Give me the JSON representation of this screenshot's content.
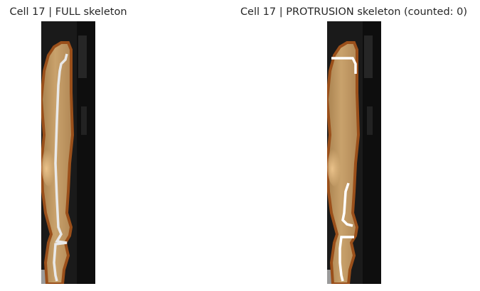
{
  "panels": [
    {
      "title": "Cell 17 | FULL skeleton",
      "variant": "full"
    },
    {
      "title": "Cell 17 | PROTRUSION skeleton (counted: 0)",
      "variant": "protrusion"
    }
  ],
  "colors": {
    "page_background": "#ffffff",
    "title_text": "#262626",
    "cell_background": "#1c1c1c",
    "cell_outline": "#9a4f1a",
    "cell_fill": "#b8935e",
    "cell_highlight": "#d9b17c",
    "skeleton_full": "#e9e9e9",
    "skeleton_protrusion": "#ffffff"
  }
}
